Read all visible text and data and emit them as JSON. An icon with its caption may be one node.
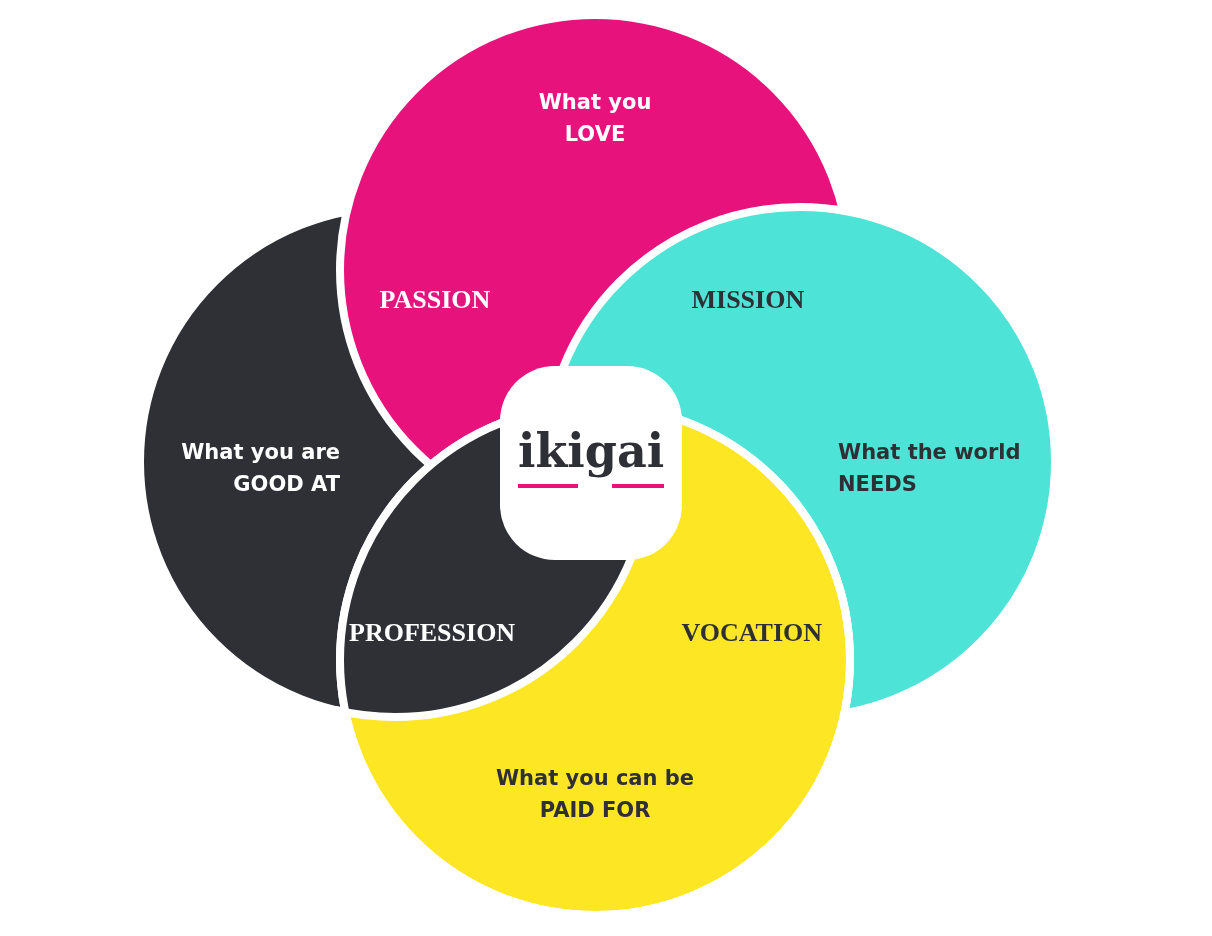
{
  "diagram": {
    "nodes": [
      {
        "text": [
          "What you LOVE"
        ]
      },
      {
        "text": [
          "What you are GOOD AT"
        ]
      },
      {
        "text": [
          "ikigai"
        ]
      },
      {
        "text": [
          "What the world NEEDS"
        ]
      },
      {
        "text": [
          "What you can be PAID FOR"
        ]
      }
    ],
    "edges": [],
    "labels": [
      "PASSION",
      "MISSION",
      "PROFESSION",
      "VOCATION"
    ]
  }
}
